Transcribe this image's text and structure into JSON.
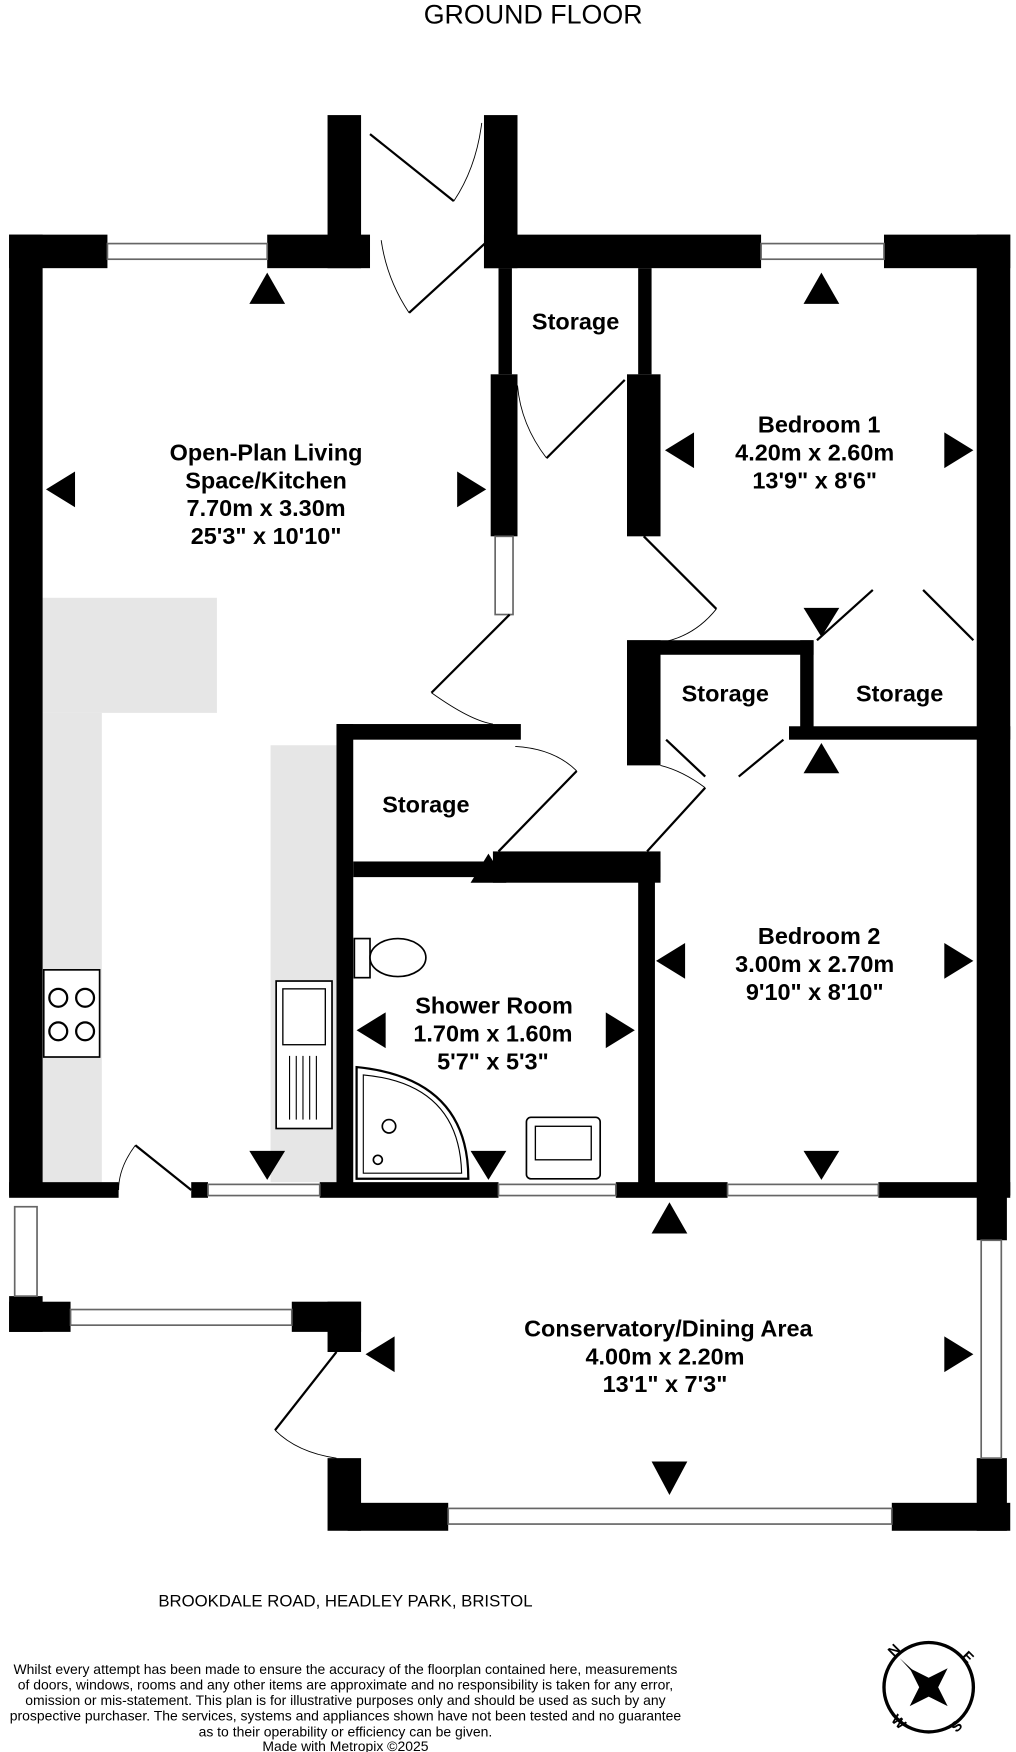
{
  "title": "GROUND FLOOR",
  "rooms": {
    "living": {
      "name1": "Open-Plan Living",
      "name2": "Space/Kitchen",
      "metric": "7.70m  x 3.30m",
      "imperial": "25'3\"  x 10'10\""
    },
    "bedroom1": {
      "name": "Bedroom 1",
      "metric": "4.20m  x 2.60m",
      "imperial": "13'9\"  x 8'6\""
    },
    "bedroom2": {
      "name": "Bedroom 2",
      "metric": "3.00m  x 2.70m",
      "imperial": "9'10\"  x 8'10\""
    },
    "shower": {
      "name": "Shower Room",
      "metric": "1.70m  x 1.60m",
      "imperial": "5'7\"  x 5'3\""
    },
    "conservatory": {
      "name": "Conservatory/Dining Area",
      "metric": "4.00m  x 2.20m",
      "imperial": "13'1\"  x 7'3\""
    },
    "storage_top": "Storage",
    "storage_mid_left": "Storage",
    "storage_mid_right": "Storage",
    "storage_hall": "Storage"
  },
  "address": "BROOKDALE ROAD, HEADLEY PARK, BRISTOL",
  "disclaimer": [
    "Whilst every attempt has been made to ensure the accuracy of the floorplan contained here, measurements",
    "of doors, windows, rooms and any other items are approximate and no responsibility is taken for any error,",
    "omission or mis-statement. This plan is for illustrative purposes only and should be used as such by any",
    "prospective purchaser. The services, systems and appliances shown have not been tested and no guarantee",
    "as to their operability or efficiency can be given.",
    "Made with Metropix ©2025"
  ],
  "compass": {
    "n": "N",
    "e": "E",
    "s": "S",
    "w": "W"
  }
}
